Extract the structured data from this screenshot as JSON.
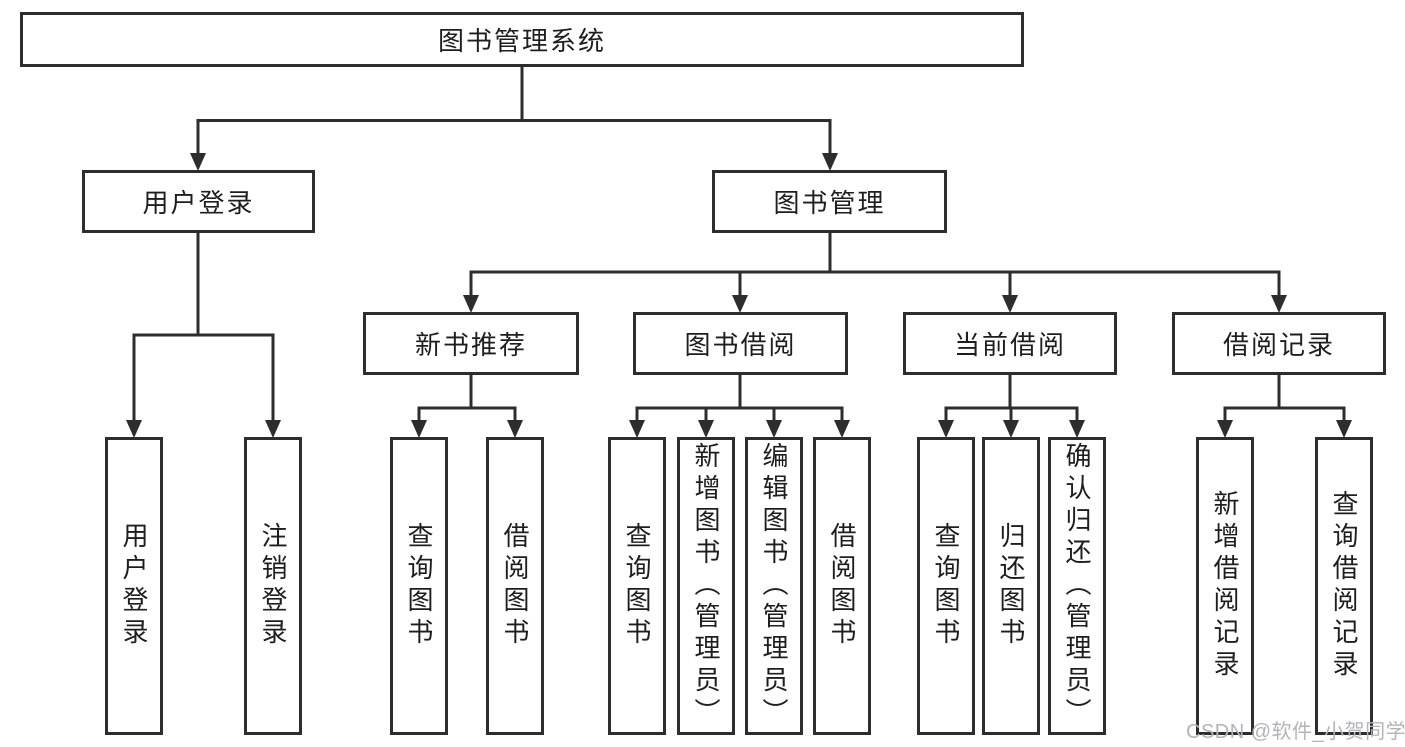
{
  "colors": {
    "line": "#2d2d2d",
    "text": "#1e1e1e",
    "background": "#ffffff",
    "watermark": "#b3b3ba"
  },
  "watermark": "CSDN @软件_小贺同学",
  "tree": {
    "root": "图书管理系统",
    "branches": [
      {
        "label": "用户登录",
        "children": [
          "用户登录",
          "注销登录"
        ]
      },
      {
        "label": "图书管理",
        "children": [
          {
            "label": "新书推荐",
            "children": [
              "查询图书",
              "借阅图书"
            ]
          },
          {
            "label": "图书借阅",
            "children": [
              "查询图书",
              "新增图书（管理员）",
              "编辑图书（管理员）",
              "借阅图书"
            ]
          },
          {
            "label": "当前借阅",
            "children": [
              "查询图书",
              "归还图书",
              "确认归还（管理员）"
            ]
          },
          {
            "label": "借阅记录",
            "children": [
              "新增借阅记录",
              "查询借阅记录"
            ]
          }
        ]
      }
    ]
  }
}
